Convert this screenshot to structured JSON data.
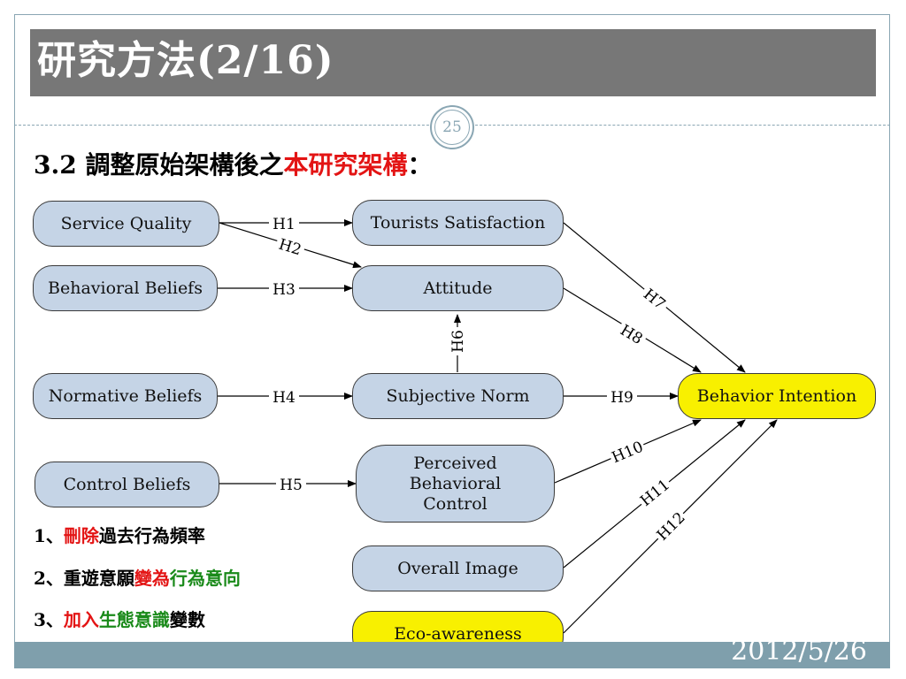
{
  "slide": {
    "title": "研究方法(2/16)",
    "page_number": "25",
    "footer_date": "2012/5/26"
  },
  "heading": {
    "prefix": "3.2 調整原始架構後之",
    "highlight": "本研究架構",
    "suffix": "："
  },
  "diagram": {
    "nodes": {
      "service_quality": "Service Quality",
      "behavioral_beliefs": "Behavioral Beliefs",
      "normative_beliefs": "Normative Beliefs",
      "control_beliefs": "Control Beliefs",
      "tourists_satisfaction": "Tourists Satisfaction",
      "attitude": "Attitude",
      "subjective_norm": "Subjective Norm",
      "pbc_line1": "Perceived",
      "pbc_line2": "Behavioral",
      "pbc_line3": "Control",
      "overall_image": "Overall Image",
      "eco_awareness": "Eco-awareness",
      "behavior_intention": "Behavior Intention"
    },
    "edges": {
      "h1": "H1",
      "h2": "H2",
      "h3": "H3",
      "h4": "H4",
      "h5": "H5",
      "h6": "H6",
      "h7": "H7",
      "h8": "H8",
      "h9": "H9",
      "h10": "H10",
      "h11": "H11",
      "h12": "H12"
    },
    "colors": {
      "node_fill": "#c5d4e6",
      "highlight_fill": "#f8f000"
    }
  },
  "notes": [
    {
      "num": "1、",
      "red": "刪除",
      "rest": "過去行為頻率"
    },
    {
      "num": "2、",
      "a": "重遊意願",
      "red": "變為",
      "green": "行為意向"
    },
    {
      "num": "3、",
      "red": "加入",
      "green": "生態意識",
      "rest": "變數"
    }
  ]
}
